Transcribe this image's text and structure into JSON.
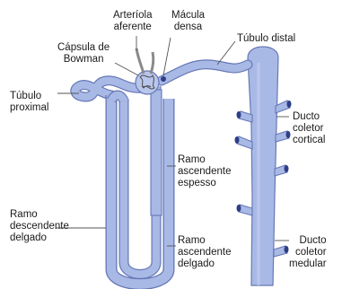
{
  "labels": {
    "arteriola": [
      "Arteríola",
      "aferente"
    ],
    "macula": [
      "Mácula",
      "densa"
    ],
    "capsula": [
      "Cápsula de",
      "Bowman"
    ],
    "tubulo_distal": [
      "Túbulo distal"
    ],
    "tubulo_proximal": [
      "Túbulo",
      "proximal"
    ],
    "ducto_cortical": [
      "Ducto",
      "coletor",
      "cortical"
    ],
    "ramo_asc_espesso": [
      "Ramo",
      "ascendente",
      "espesso"
    ],
    "ramo_desc_delgado": [
      "Ramo",
      "descendente",
      "delgado"
    ],
    "ramo_asc_delgado": [
      "Ramo",
      "ascendente",
      "delgado"
    ],
    "ducto_medular": [
      "Ducto",
      "coletor",
      "medular"
    ]
  },
  "colors": {
    "tube_fill": "#a9b9e6",
    "tube_stroke": "#6677b5",
    "vessel": "#8a8a8a",
    "leader": "#555555"
  }
}
